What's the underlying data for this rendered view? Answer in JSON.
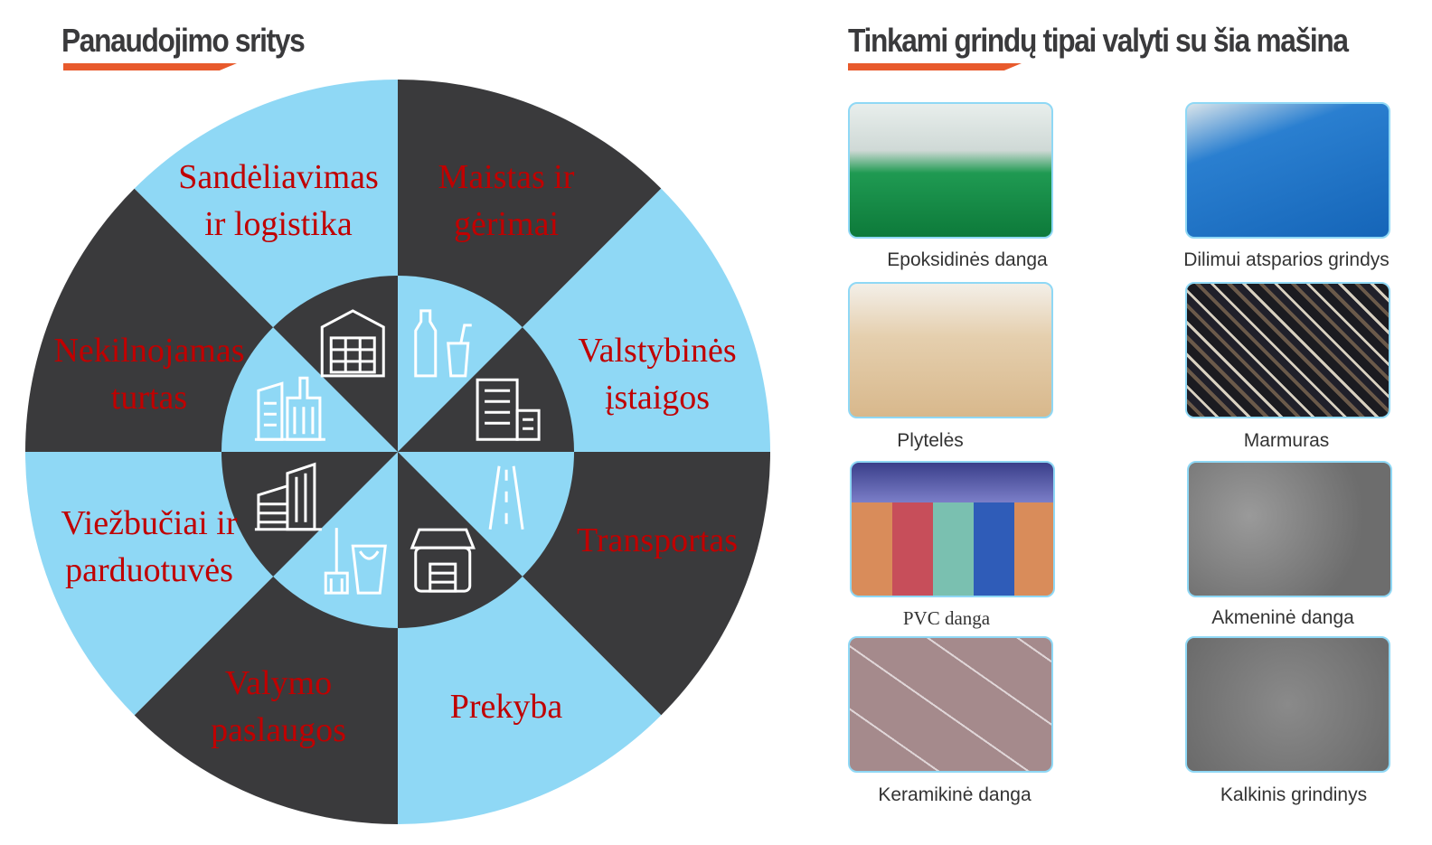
{
  "left": {
    "title": "Panaudojimo sritys",
    "colors": {
      "light": "#8fd8f5",
      "dark": "#3a3a3c",
      "label": "#c00000",
      "accent": "#e85a2c"
    },
    "sectors": [
      {
        "line1": "Maistas ir",
        "line2": "gėrimai",
        "icon": "bottle-drink-icon"
      },
      {
        "line1": "Valstybinės",
        "line2": "įstaigos",
        "icon": "office-building-icon"
      },
      {
        "line1": "Transportas",
        "line2": "",
        "icon": "road-icon"
      },
      {
        "line1": "Prekyba",
        "line2": "",
        "icon": "shop-icon"
      },
      {
        "line1": "Valymo",
        "line2": "paslaugos",
        "icon": "broom-bucket-icon"
      },
      {
        "line1": "Viežbučiai ir",
        "line2": "parduotuvės",
        "icon": "hotel-icon"
      },
      {
        "line1": "Nekilnojamas",
        "line2": "turtas",
        "icon": "city-buildings-icon"
      },
      {
        "line1": "Sandėliavimas",
        "line2": "ir logistika",
        "icon": "warehouse-icon"
      }
    ]
  },
  "right": {
    "title": "Tinkami grindų tipai valyti su šia mašina",
    "floors": [
      {
        "label": "Epoksidinės danga"
      },
      {
        "label": "Dilimui atsparios grindys"
      },
      {
        "label": "Plytelės"
      },
      {
        "label": "Marmuras"
      },
      {
        "label": "PVC danga"
      },
      {
        "label": "Akmeninė danga"
      },
      {
        "label": "Keramikinė danga"
      },
      {
        "label": "Kalkinis grindinys"
      }
    ]
  }
}
